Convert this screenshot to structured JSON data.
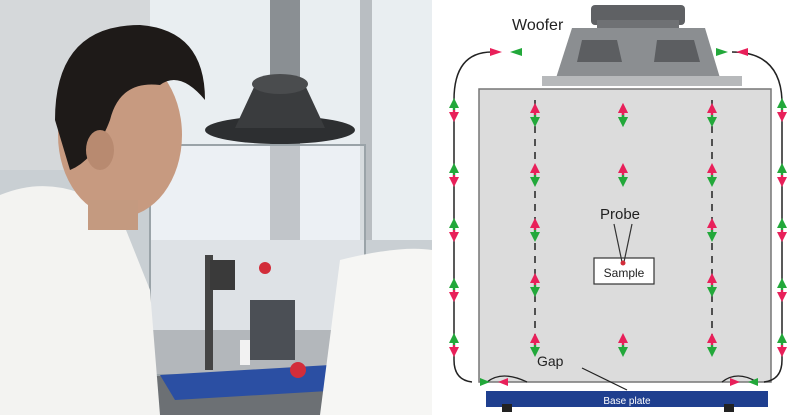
{
  "photo": {
    "description_icon": "lab-photo"
  },
  "diagram": {
    "woofer_label": "Woofer",
    "probe_label": "Probe",
    "sample_label": "Sample",
    "gap_label": "Gap",
    "base_plate_label": "Base plate",
    "colors": {
      "up_arrow": "#e8205a",
      "down_arrow": "#22a83a",
      "box_fill": "#dcdcdc",
      "base_plate": "#1f3f8f"
    }
  }
}
